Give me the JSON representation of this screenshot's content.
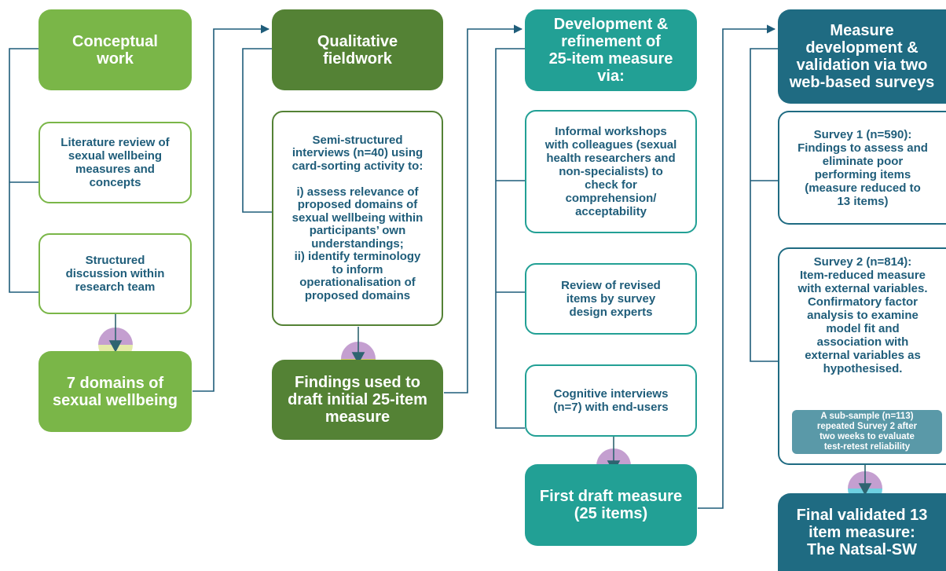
{
  "colors": {
    "green_light": "#7ab648",
    "green_dark": "#548235",
    "teal": "#22a095",
    "navy": "#1f6b82",
    "grey_box": "#5a99a8",
    "line": "#1f5d7a",
    "circle_top": "#c49fd0",
    "circle_green": "#e4eba8",
    "circle_yellow": "#d9d16a",
    "circle_cyan": "#6ed1e1"
  },
  "columns": {
    "c1": {
      "header": "Conceptual\nwork",
      "items": [
        "Literature review of\nsexual wellbeing\nmeasures and\nconcepts",
        "Structured\ndiscussion within\nresearch team"
      ],
      "result": "7 domains of\nsexual wellbeing"
    },
    "c2": {
      "header": "Qualitative\nfieldwork",
      "items": [
        "Semi-structured\ninterviews (n=40) using\ncard-sorting activity to:\n\ni) assess relevance of\nproposed domains of\nsexual wellbeing within\nparticipants’ own\nunderstandings;\nii) identify terminology\nto inform\noperationalisation of\nproposed domains"
      ],
      "result": "Findings used to\ndraft initial 25-item\nmeasure"
    },
    "c3": {
      "header": "Development &\nrefinement of\n25-item measure\nvia:",
      "items": [
        "Informal workshops\nwith colleagues (sexual\nhealth researchers and\nnon-specialists) to\ncheck for\ncomprehension/\nacceptability",
        "Review of revised\nitems by survey\ndesign experts",
        "Cognitive interviews\n(n=7) with end-users"
      ],
      "result": "First draft measure\n(25 items)"
    },
    "c4": {
      "header": "Measure\ndevelopment &\nvalidation via two\nweb-based surveys",
      "items": [
        "Survey 1 (n=590):\nFindings to assess and\neliminate poor\nperforming items\n(measure reduced to\n13 items)",
        "Survey 2 (n=814):\nItem-reduced measure\nwith external variables.\nConfirmatory factor\nanalysis to examine\nmodel fit and\nassociation with\nexternal variables as\nhypothesised."
      ],
      "subnote": "A sub-sample (n=113)\nrepeated Survey 2 after\ntwo weeks to evaluate\ntest-retest reliability",
      "result": "Final validated 13\nitem measure:\nThe Natsal-SW"
    }
  }
}
